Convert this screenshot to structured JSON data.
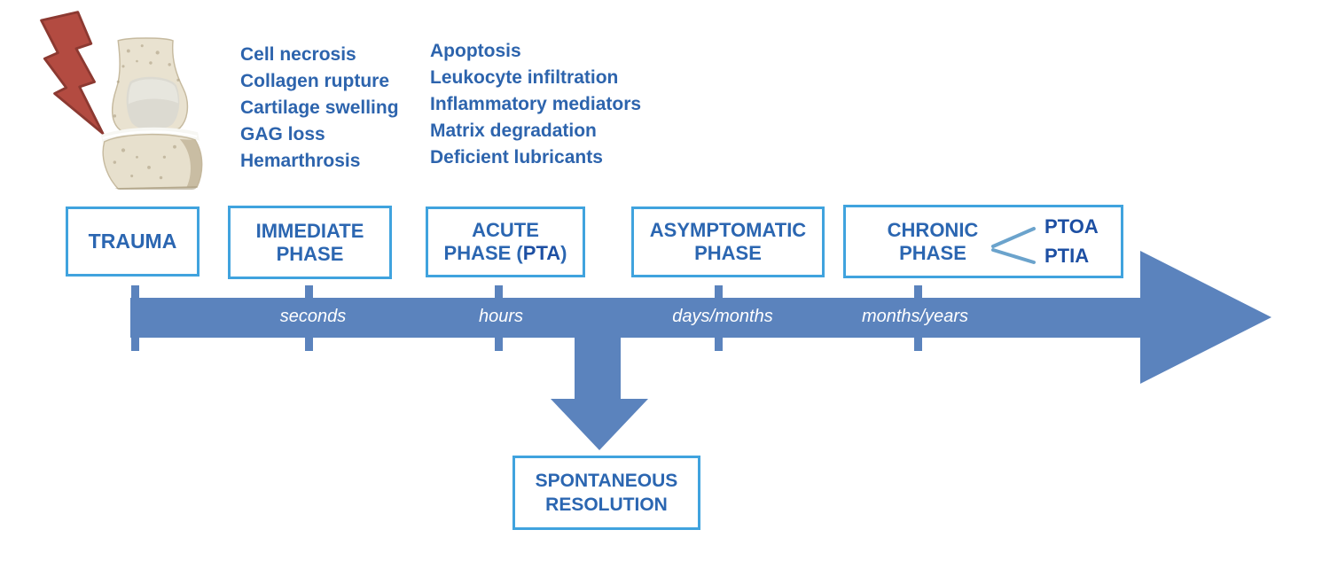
{
  "palette": {
    "timeline_blue": "#5b83bd",
    "box_border_blue": "#40a3de",
    "phase_text_blue": "#2b66b1",
    "emphasis_text_blue": "#1d4fa3",
    "list_text_blue": "#2d64ad",
    "branch_line_blue": "#6ba3cc",
    "bolt_red_fill": "#b34b41",
    "bolt_red_outline": "#8c3931",
    "timeline_label_color": "#ffffff"
  },
  "icons": {
    "lightning": "lightning-bolt-icon",
    "knee": "knee-joint-illustration",
    "right_arrow": "timeline-arrowhead-icon",
    "down_arrow": "down-arrow-icon",
    "branches": "branch-lines-icon"
  },
  "lists": {
    "immediate_findings": [
      "Cell necrosis",
      "Collagen rupture",
      "Cartilage swelling",
      "GAG loss",
      "Hemarthrosis"
    ],
    "acute_findings": [
      "Apoptosis",
      "Leukocyte infiltration",
      "Inflammatory mediators",
      "Matrix degradation",
      "Deficient lubricants"
    ]
  },
  "phases": {
    "trauma": {
      "label": "TRAUMA"
    },
    "immediate": {
      "line1": "IMMEDIATE",
      "line2": "PHASE"
    },
    "acute": {
      "line1": "ACUTE",
      "line2_pre": "PHASE (",
      "line2_bold": "PTA",
      "line2_post": ")"
    },
    "asymptomatic": {
      "line1": "ASYMPTOMATIC",
      "line2": "PHASE"
    },
    "chronic": {
      "line1": "CHRONIC",
      "line2": "PHASE",
      "branch_top": "PTOA",
      "branch_bottom": "PTIA"
    }
  },
  "timeline": {
    "labels": [
      "seconds",
      "hours",
      "days/months",
      "months/years"
    ]
  },
  "resolution": {
    "line1": "SPONTANEOUS",
    "line2": "RESOLUTION"
  }
}
